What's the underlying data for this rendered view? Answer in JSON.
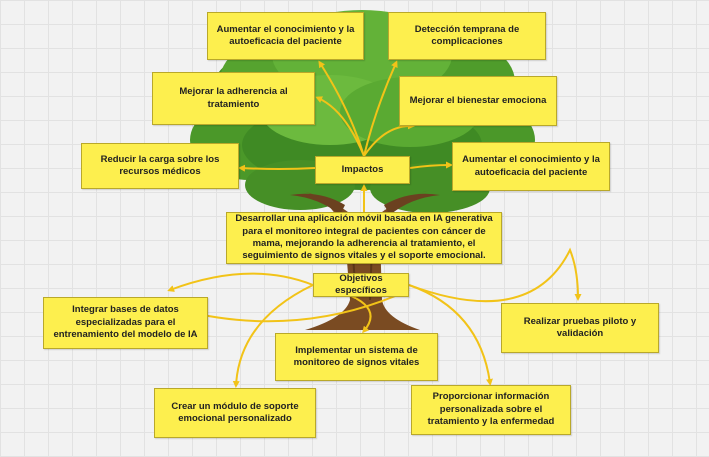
{
  "colors": {
    "note_fill": "#fdef4e",
    "arrow": "#f2c318",
    "foliage": "#52a12d",
    "trunk": "#7a4b22"
  },
  "tree": {
    "center_text": "Desarrollar una aplicación móvil basada en IA generativa para el monitoreo integral de pacientes con cáncer de mama, mejorando la adherencia al tratamiento, el seguimiento de signos vitales y el soporte emocional."
  },
  "impactos": {
    "label": "Impactos",
    "items": [
      "Aumentar el conocimiento y la autoeficacia del paciente",
      "Detección temprana de complicaciones",
      "Mejorar la adherencia al tratamiento",
      "Mejorar el bienestar emociona",
      "Reducir la carga sobre los recursos médicos",
      "Aumentar el conocimiento y la autoeficacia del paciente"
    ]
  },
  "objetivos": {
    "label": "Objetivos específicos",
    "items": [
      "Integrar bases de datos especializadas para el entrenamiento del modelo de IA",
      "Realizar pruebas piloto y validación",
      "Implementar un sistema de monitoreo de signos vitales",
      "Crear un módulo de soporte emocional personalizado",
      "Proporcionar información personalizada sobre el tratamiento y la enfermedad"
    ]
  }
}
